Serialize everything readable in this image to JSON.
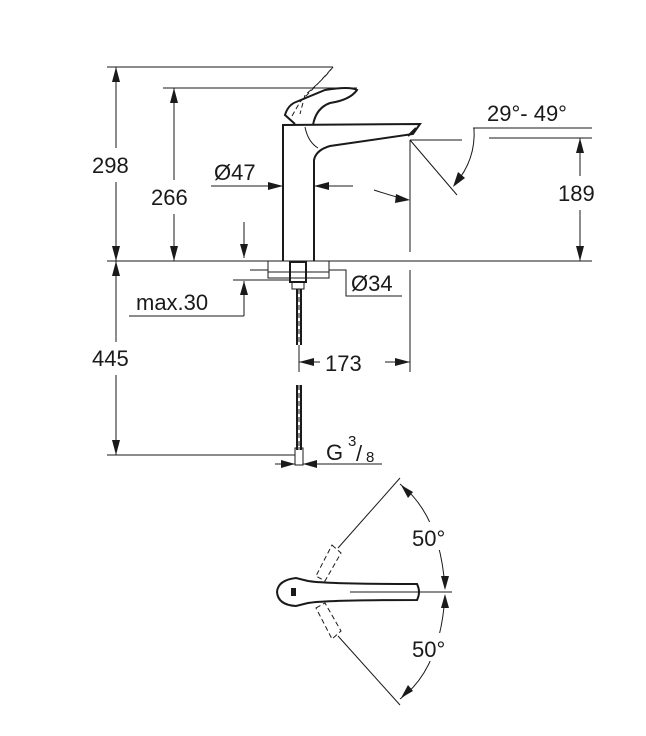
{
  "drawing": {
    "side_view": {
      "height_total": "298",
      "height_handle": "266",
      "body_diameter": "Ø47",
      "spout_angle": "29°- 49°",
      "spout_height": "189",
      "hole_diameter": "Ø34",
      "max_deck_thickness": "max.30",
      "hose_length": "445",
      "projection": "173",
      "connection_thread": "G",
      "thread_num": "3",
      "thread_den": "8"
    },
    "plan_view": {
      "rotation_up": "50°",
      "rotation_down": "50°"
    }
  }
}
